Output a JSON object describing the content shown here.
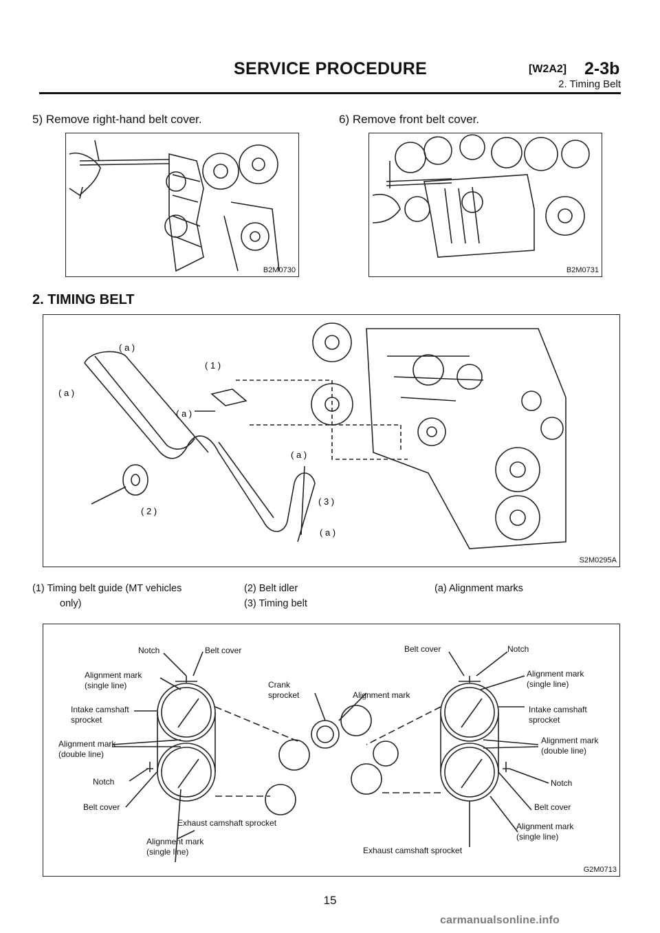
{
  "header": {
    "title": "SERVICE PROCEDURE",
    "code": "[W2A2]",
    "section": "2-3b",
    "subtitle": "2. Timing Belt"
  },
  "steps": {
    "step5": "5) Remove right-hand belt cover.",
    "step6": "6) Remove front belt cover."
  },
  "figures": {
    "fig1_code": "B2M0730",
    "fig2_code": "B2M0731",
    "fig3_code": "S2M0295A",
    "fig4_code": "G2M0713"
  },
  "section_title": "2. TIMING BELT",
  "fig3_labels": {
    "a": "( a )",
    "one": "( 1 )",
    "two": "( 2 )",
    "three": "( 3 )"
  },
  "legend": {
    "item1_line1": "(1)  Timing belt guide (MT vehicles",
    "item1_line2": "only)",
    "item2": "(2)  Belt idler",
    "item3": "(3)  Timing belt",
    "itema": "(a)  Alignment marks"
  },
  "fig4_labels": {
    "notch": "Notch",
    "belt_cover": "Belt cover",
    "align_single_1": "Alignment mark",
    "align_single_2": "(single line)",
    "intake_1": "Intake camshaft",
    "intake_2": "sprocket",
    "align_double_1": "Alignment mark",
    "align_double_2": "(double line)",
    "crank_1": "Crank",
    "crank_2": "sprocket",
    "align_mark": "Alignment mark",
    "exhaust": "Exhaust camshaft sprocket"
  },
  "page_number": "15",
  "watermark": "carmanualsonline.info"
}
